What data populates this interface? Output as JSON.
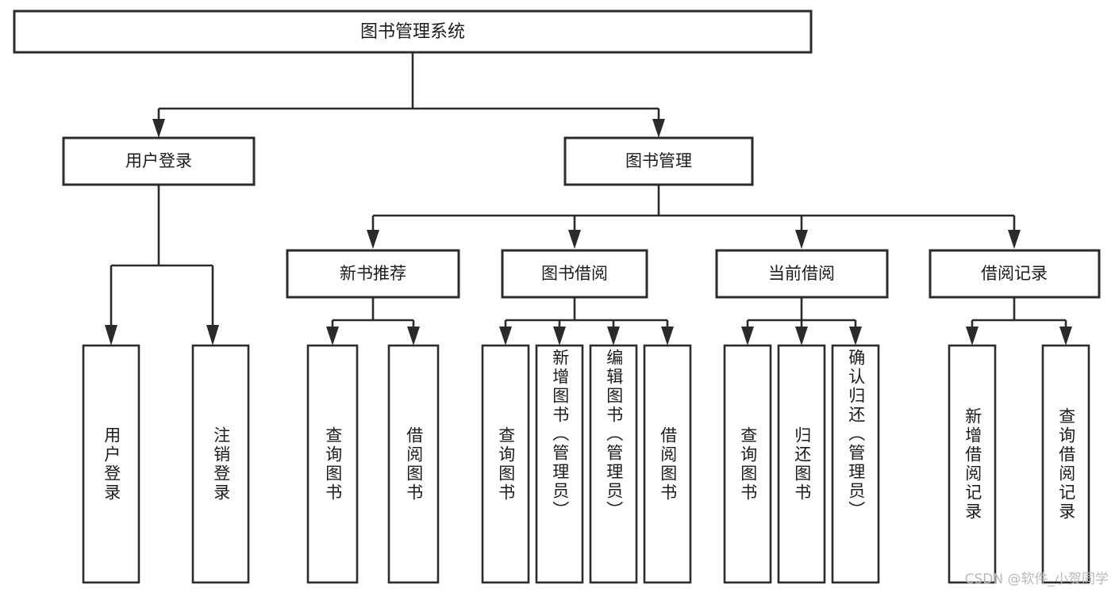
{
  "diagram": {
    "type": "tree",
    "title": "图书管理系统",
    "watermark": "CSDN @软件_小贺同学",
    "colors": {
      "background": "#ffffff",
      "box_fill": "#ffffff",
      "box_stroke": "#2b2b2b",
      "text": "#1b1b1b",
      "watermark": "#b9b9b9"
    },
    "nodes": {
      "root": "图书管理系统",
      "level1": [
        "用户登录",
        "图书管理"
      ],
      "level2": [
        "新书推荐",
        "图书借阅",
        "当前借阅",
        "借阅记录"
      ],
      "leaves_user_login": [
        "用户登录",
        "注销登录"
      ],
      "leaves_new_book": [
        "查询图书",
        "借阅图书"
      ],
      "leaves_borrow": [
        "查询图书",
        "新增图书（管理员）",
        "编辑图书（管理员）",
        "借阅图书"
      ],
      "leaves_current": [
        "查询图书",
        "归还图书",
        "确认归还（管理员）"
      ],
      "leaves_records": [
        "新增借阅记录",
        "查询借阅记录"
      ]
    }
  }
}
